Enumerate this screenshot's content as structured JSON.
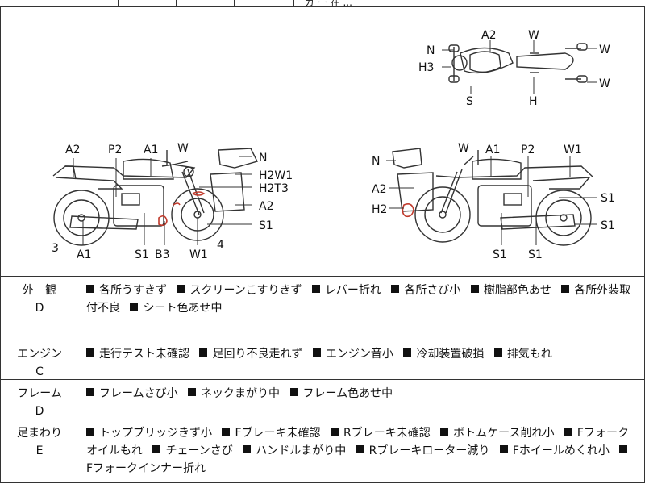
{
  "top_fragment": "ガ ー 在 ...",
  "diagram": {
    "top_view": {
      "labels": [
        "A2",
        "W",
        "N",
        "W",
        "H3",
        "W",
        "S",
        "H"
      ]
    },
    "left_view": {
      "labels": [
        "A2",
        "P2",
        "A1",
        "W",
        "N",
        "H2W1",
        "H2T3",
        "A2",
        "S1",
        "3",
        "A1",
        "S1",
        "B3",
        "W1",
        "4"
      ]
    },
    "right_view": {
      "labels": [
        "W",
        "A1",
        "P2",
        "W1",
        "N",
        "A2",
        "H2",
        "S1",
        "S1",
        "S1",
        "S1"
      ]
    }
  },
  "rows": [
    {
      "category": "外　観",
      "grade": "D",
      "items": [
        "各所うすきず",
        "スクリーンこすりきず",
        "レバー折れ",
        "各所さび小",
        "樹脂部色あせ",
        "各所外装取付不良",
        "シート色あせ中"
      ]
    },
    {
      "category": "エンジン",
      "grade": "C",
      "items": [
        "走行テスト未確認",
        "足回り不良走れず",
        "エンジン音小",
        "冷却装置破損",
        "排気もれ"
      ]
    },
    {
      "category": "フレーム",
      "grade": "D",
      "items": [
        "フレームさび小",
        "ネックまがり中",
        "フレーム色あせ中"
      ]
    },
    {
      "category": "足まわり",
      "grade": "E",
      "items": [
        "トップブリッジきず小",
        "Fブレーキ未確認",
        "Rブレーキ未確認",
        "ボトムケース削れ小",
        "Fフォークオイルもれ",
        "チェーンさび",
        "ハンドルまがり中",
        "Rブレーキローター減り",
        "Fホイールめくれ小",
        "Fフォークインナー折れ"
      ]
    }
  ]
}
